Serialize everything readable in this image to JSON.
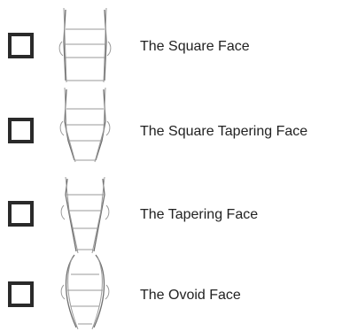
{
  "options": [
    {
      "label": "The Square Face",
      "checked": false,
      "sketch_icon": "square-face-sketch"
    },
    {
      "label": "The Square Tapering Face",
      "checked": false,
      "sketch_icon": "square-tapering-face-sketch"
    },
    {
      "label": "The Tapering Face",
      "checked": false,
      "sketch_icon": "tapering-face-sketch"
    },
    {
      "label": "The Ovoid Face",
      "checked": false,
      "sketch_icon": "ovoid-face-sketch"
    }
  ],
  "colors": {
    "checkbox_border": "#2a2a2a",
    "sketch_line": "#9a9a9a",
    "text": "#222222"
  }
}
